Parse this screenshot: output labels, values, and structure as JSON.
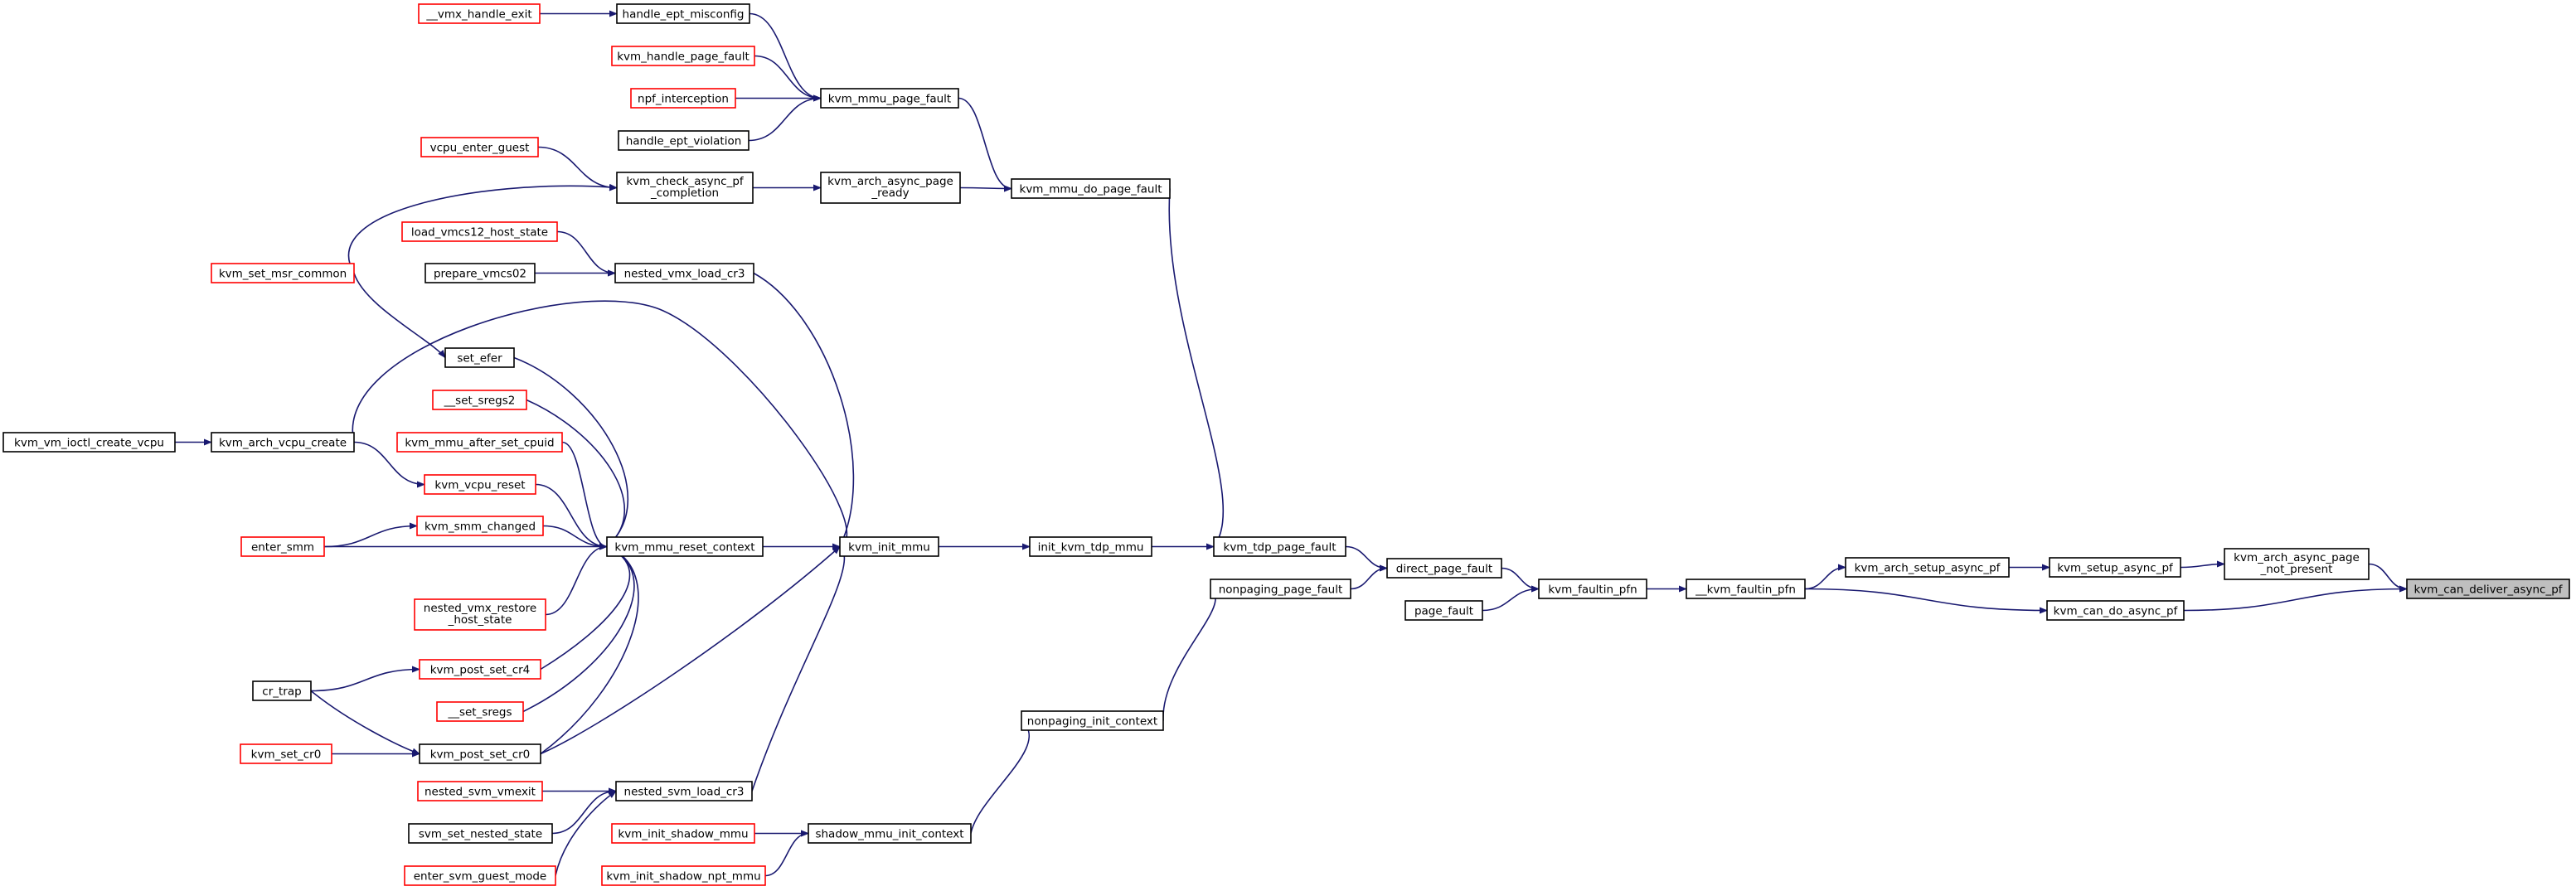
{
  "nodes": [
    {
      "id": "kvm_can_deliver_async_pf",
      "lines": [
        "kvm_can_deliver_async_pf"
      ],
      "style": "selected"
    },
    {
      "id": "kvm_arch_async_page_not_present",
      "lines": [
        "kvm_arch_async_page",
        "_not_present"
      ],
      "style": "normal"
    },
    {
      "id": "kvm_can_do_async_pf",
      "lines": [
        "kvm_can_do_async_pf"
      ],
      "style": "normal"
    },
    {
      "id": "kvm_setup_async_pf",
      "lines": [
        "kvm_setup_async_pf"
      ],
      "style": "normal"
    },
    {
      "id": "kvm_arch_setup_async_pf",
      "lines": [
        "kvm_arch_setup_async_pf"
      ],
      "style": "normal"
    },
    {
      "id": "__kvm_faultin_pfn",
      "lines": [
        "__kvm_faultin_pfn"
      ],
      "style": "normal"
    },
    {
      "id": "kvm_faultin_pfn",
      "lines": [
        "kvm_faultin_pfn"
      ],
      "style": "normal"
    },
    {
      "id": "direct_page_fault",
      "lines": [
        "direct_page_fault"
      ],
      "style": "normal"
    },
    {
      "id": "page_fault",
      "lines": [
        "page_fault"
      ],
      "style": "normal"
    },
    {
      "id": "kvm_tdp_page_fault",
      "lines": [
        "kvm_tdp_page_fault"
      ],
      "style": "normal"
    },
    {
      "id": "nonpaging_page_fault",
      "lines": [
        "nonpaging_page_fault"
      ],
      "style": "normal"
    },
    {
      "id": "kvm_mmu_do_page_fault",
      "lines": [
        "kvm_mmu_do_page_fault"
      ],
      "style": "normal"
    },
    {
      "id": "init_kvm_tdp_mmu",
      "lines": [
        "init_kvm_tdp_mmu"
      ],
      "style": "normal"
    },
    {
      "id": "nonpaging_init_context",
      "lines": [
        "nonpaging_init_context"
      ],
      "style": "normal"
    },
    {
      "id": "kvm_mmu_page_fault",
      "lines": [
        "kvm_mmu_page_fault"
      ],
      "style": "normal"
    },
    {
      "id": "kvm_arch_async_page_ready",
      "lines": [
        "kvm_arch_async_page",
        "_ready"
      ],
      "style": "normal"
    },
    {
      "id": "kvm_init_mmu",
      "lines": [
        "kvm_init_mmu"
      ],
      "style": "normal"
    },
    {
      "id": "shadow_mmu_init_context",
      "lines": [
        "shadow_mmu_init_context"
      ],
      "style": "normal"
    },
    {
      "id": "handle_ept_misconfig",
      "lines": [
        "handle_ept_misconfig"
      ],
      "style": "normal"
    },
    {
      "id": "kvm_handle_page_fault",
      "lines": [
        "kvm_handle_page_fault"
      ],
      "style": "red"
    },
    {
      "id": "npf_interception",
      "lines": [
        "npf_interception"
      ],
      "style": "red"
    },
    {
      "id": "handle_ept_violation",
      "lines": [
        "handle_ept_violation"
      ],
      "style": "normal"
    },
    {
      "id": "kvm_check_async_pf_completion",
      "lines": [
        "kvm_check_async_pf",
        "_completion"
      ],
      "style": "normal"
    },
    {
      "id": "nested_vmx_load_cr3",
      "lines": [
        "nested_vmx_load_cr3"
      ],
      "style": "normal"
    },
    {
      "id": "kvm_mmu_reset_context",
      "lines": [
        "kvm_mmu_reset_context"
      ],
      "style": "normal"
    },
    {
      "id": "nested_svm_load_cr3",
      "lines": [
        "nested_svm_load_cr3"
      ],
      "style": "normal"
    },
    {
      "id": "kvm_init_shadow_mmu",
      "lines": [
        "kvm_init_shadow_mmu"
      ],
      "style": "red"
    },
    {
      "id": "kvm_init_shadow_npt_mmu",
      "lines": [
        "kvm_init_shadow_npt_mmu"
      ],
      "style": "red"
    },
    {
      "id": "__vmx_handle_exit",
      "lines": [
        "__vmx_handle_exit"
      ],
      "style": "red"
    },
    {
      "id": "vcpu_enter_guest",
      "lines": [
        "vcpu_enter_guest"
      ],
      "style": "red"
    },
    {
      "id": "kvm_set_msr_common",
      "lines": [
        "kvm_set_msr_common"
      ],
      "style": "red"
    },
    {
      "id": "load_vmcs12_host_state",
      "lines": [
        "load_vmcs12_host_state"
      ],
      "style": "red"
    },
    {
      "id": "prepare_vmcs02",
      "lines": [
        "prepare_vmcs02"
      ],
      "style": "normal"
    },
    {
      "id": "set_efer",
      "lines": [
        "set_efer"
      ],
      "style": "normal"
    },
    {
      "id": "__set_sregs2",
      "lines": [
        "__set_sregs2"
      ],
      "style": "red"
    },
    {
      "id": "kvm_mmu_after_set_cpuid",
      "lines": [
        "kvm_mmu_after_set_cpuid"
      ],
      "style": "red"
    },
    {
      "id": "kvm_vcpu_reset",
      "lines": [
        "kvm_vcpu_reset"
      ],
      "style": "red"
    },
    {
      "id": "kvm_smm_changed",
      "lines": [
        "kvm_smm_changed"
      ],
      "style": "red"
    },
    {
      "id": "nested_vmx_restore_host_state",
      "lines": [
        "nested_vmx_restore",
        "_host_state"
      ],
      "style": "red"
    },
    {
      "id": "kvm_post_set_cr4",
      "lines": [
        "kvm_post_set_cr4"
      ],
      "style": "red"
    },
    {
      "id": "__set_sregs",
      "lines": [
        "__set_sregs"
      ],
      "style": "red"
    },
    {
      "id": "kvm_post_set_cr0",
      "lines": [
        "kvm_post_set_cr0"
      ],
      "style": "normal"
    },
    {
      "id": "nested_svm_vmexit",
      "lines": [
        "nested_svm_vmexit"
      ],
      "style": "red"
    },
    {
      "id": "svm_set_nested_state",
      "lines": [
        "svm_set_nested_state"
      ],
      "style": "normal"
    },
    {
      "id": "enter_svm_guest_mode",
      "lines": [
        "enter_svm_guest_mode"
      ],
      "style": "red"
    },
    {
      "id": "kvm_arch_vcpu_create",
      "lines": [
        "kvm_arch_vcpu_create"
      ],
      "style": "normal"
    },
    {
      "id": "kvm_vm_ioctl_create_vcpu",
      "lines": [
        "kvm_vm_ioctl_create_vcpu"
      ],
      "style": "normal"
    },
    {
      "id": "enter_smm",
      "lines": [
        "enter_smm"
      ],
      "style": "red"
    },
    {
      "id": "cr_trap",
      "lines": [
        "cr_trap"
      ],
      "style": "normal"
    },
    {
      "id": "kvm_set_cr0",
      "lines": [
        "kvm_set_cr0"
      ],
      "style": "red"
    }
  ],
  "edges": [
    [
      "kvm_arch_async_page_not_present",
      "kvm_can_deliver_async_pf"
    ],
    [
      "kvm_can_do_async_pf",
      "kvm_can_deliver_async_pf"
    ],
    [
      "kvm_setup_async_pf",
      "kvm_arch_async_page_not_present"
    ],
    [
      "kvm_arch_setup_async_pf",
      "kvm_setup_async_pf"
    ],
    [
      "__kvm_faultin_pfn",
      "kvm_arch_setup_async_pf"
    ],
    [
      "__kvm_faultin_pfn",
      "kvm_can_do_async_pf"
    ],
    [
      "kvm_faultin_pfn",
      "__kvm_faultin_pfn"
    ],
    [
      "direct_page_fault",
      "kvm_faultin_pfn"
    ],
    [
      "page_fault",
      "kvm_faultin_pfn"
    ],
    [
      "kvm_tdp_page_fault",
      "direct_page_fault"
    ],
    [
      "nonpaging_page_fault",
      "direct_page_fault"
    ],
    [
      "kvm_mmu_do_page_fault",
      "kvm_tdp_page_fault"
    ],
    [
      "init_kvm_tdp_mmu",
      "kvm_tdp_page_fault"
    ],
    [
      "nonpaging_init_context",
      "nonpaging_page_fault"
    ],
    [
      "kvm_mmu_page_fault",
      "kvm_mmu_do_page_fault"
    ],
    [
      "kvm_arch_async_page_ready",
      "kvm_mmu_do_page_fault"
    ],
    [
      "kvm_init_mmu",
      "init_kvm_tdp_mmu"
    ],
    [
      "shadow_mmu_init_context",
      "nonpaging_init_context"
    ],
    [
      "handle_ept_misconfig",
      "kvm_mmu_page_fault"
    ],
    [
      "kvm_handle_page_fault",
      "kvm_mmu_page_fault"
    ],
    [
      "npf_interception",
      "kvm_mmu_page_fault"
    ],
    [
      "handle_ept_violation",
      "kvm_mmu_page_fault"
    ],
    [
      "kvm_check_async_pf_completion",
      "kvm_arch_async_page_ready"
    ],
    [
      "nested_vmx_load_cr3",
      "kvm_init_mmu"
    ],
    [
      "kvm_mmu_reset_context",
      "kvm_init_mmu"
    ],
    [
      "nested_svm_load_cr3",
      "kvm_init_mmu"
    ],
    [
      "kvm_arch_vcpu_create",
      "kvm_init_mmu"
    ],
    [
      "kvm_post_set_cr0",
      "kvm_init_mmu"
    ],
    [
      "kvm_init_shadow_mmu",
      "shadow_mmu_init_context"
    ],
    [
      "kvm_init_shadow_npt_mmu",
      "shadow_mmu_init_context"
    ],
    [
      "__vmx_handle_exit",
      "handle_ept_misconfig"
    ],
    [
      "vcpu_enter_guest",
      "kvm_check_async_pf_completion"
    ],
    [
      "kvm_set_msr_common",
      "kvm_check_async_pf_completion"
    ],
    [
      "load_vmcs12_host_state",
      "nested_vmx_load_cr3"
    ],
    [
      "prepare_vmcs02",
      "nested_vmx_load_cr3"
    ],
    [
      "kvm_set_msr_common",
      "set_efer"
    ],
    [
      "set_efer",
      "kvm_mmu_reset_context"
    ],
    [
      "__set_sregs2",
      "kvm_mmu_reset_context"
    ],
    [
      "kvm_mmu_after_set_cpuid",
      "kvm_mmu_reset_context"
    ],
    [
      "kvm_vcpu_reset",
      "kvm_mmu_reset_context"
    ],
    [
      "kvm_smm_changed",
      "kvm_mmu_reset_context"
    ],
    [
      "enter_smm",
      "kvm_mmu_reset_context"
    ],
    [
      "nested_vmx_restore_host_state",
      "kvm_mmu_reset_context"
    ],
    [
      "kvm_post_set_cr4",
      "kvm_mmu_reset_context"
    ],
    [
      "__set_sregs",
      "kvm_mmu_reset_context"
    ],
    [
      "kvm_post_set_cr0",
      "kvm_mmu_reset_context"
    ],
    [
      "nested_svm_vmexit",
      "nested_svm_load_cr3"
    ],
    [
      "svm_set_nested_state",
      "nested_svm_load_cr3"
    ],
    [
      "enter_svm_guest_mode",
      "nested_svm_load_cr3"
    ],
    [
      "kvm_vm_ioctl_create_vcpu",
      "kvm_arch_vcpu_create"
    ],
    [
      "kvm_arch_vcpu_create",
      "kvm_vcpu_reset"
    ],
    [
      "enter_smm",
      "kvm_smm_changed"
    ],
    [
      "cr_trap",
      "kvm_post_set_cr4"
    ],
    [
      "cr_trap",
      "kvm_post_set_cr0"
    ],
    [
      "kvm_set_cr0",
      "kvm_post_set_cr0"
    ]
  ]
}
